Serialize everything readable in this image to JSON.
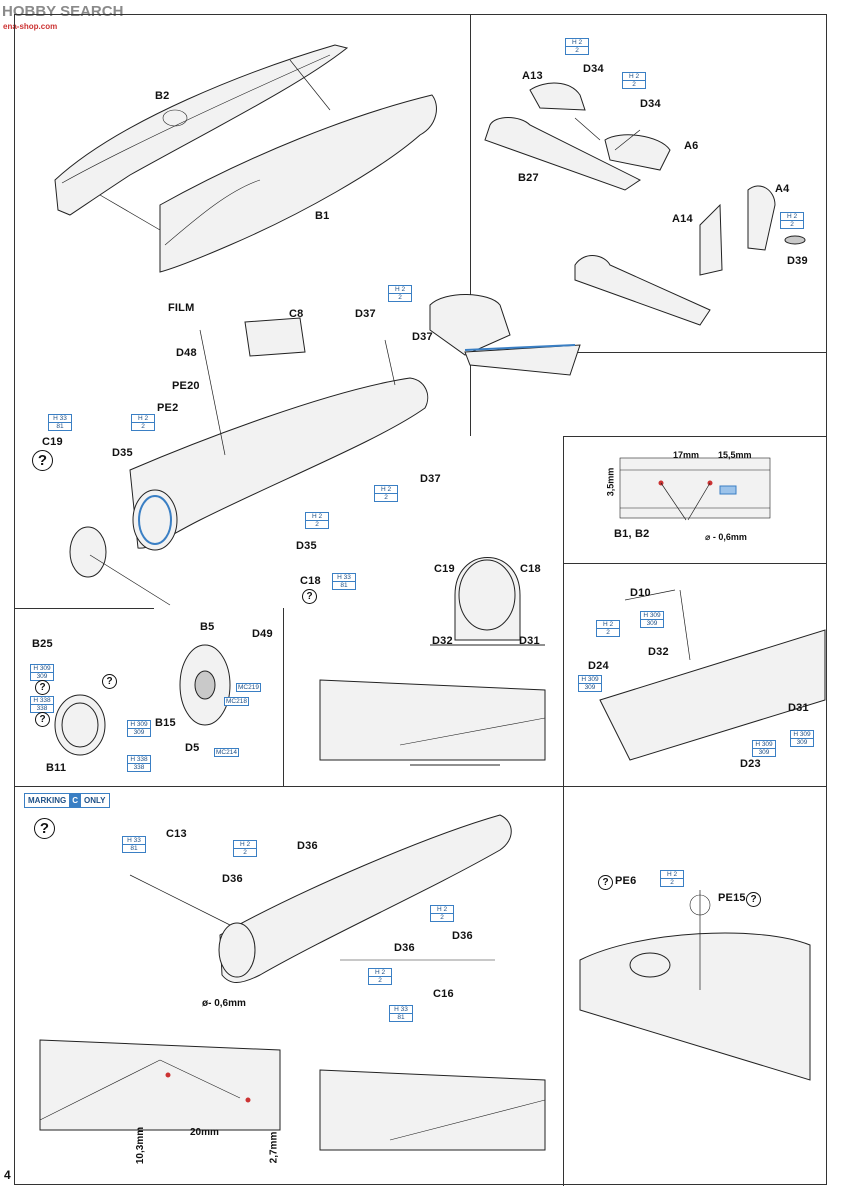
{
  "watermark": {
    "brand": "HOBBY SEARCH",
    "sub": "ena-shop.com"
  },
  "page_number": "4",
  "marking_banner": {
    "prefix": "MARKING",
    "letter": "C",
    "suffix": "ONLY"
  },
  "paints": {
    "h2": [
      "H 2",
      "2"
    ],
    "h33": [
      "H 33",
      "81"
    ],
    "h309": [
      "H 309",
      "309"
    ],
    "h338": [
      "H 338",
      "338"
    ]
  },
  "mc_tags": [
    "MC219",
    "MC218",
    "MC214"
  ],
  "measurements": {
    "m17": "17mm",
    "m155": "15,5mm",
    "m35": "3,5mm",
    "drill1": "⌀ - 0,6mm",
    "drill2": "ø- 0,6mm",
    "m20": "20mm",
    "m103": "10,3mm",
    "m27": "2,7mm"
  },
  "labels": {
    "B2": "B2",
    "B1": "B1",
    "A13": "A13",
    "D34a": "D34",
    "D34b": "D34",
    "A6": "A6",
    "B27": "B27",
    "A4": "A4",
    "A14": "A14",
    "D39": "D39",
    "FILM": "FILM",
    "C8": "C8",
    "D48": "D48",
    "PE20": "PE20",
    "PE2": "PE2",
    "D37a": "D37",
    "D37b": "D37",
    "D37c": "D37",
    "C19a": "C19",
    "D35a": "D35",
    "D35b": "D35",
    "C18a": "C18",
    "B1B2": "B1, B2",
    "C19b": "C19",
    "C18b": "C18",
    "D32a": "D32",
    "D31a": "D31",
    "D10": "D10",
    "D24": "D24",
    "D32b": "D32",
    "D31b": "D31",
    "D23": "D23",
    "B25": "B25",
    "B5": "B5",
    "D49": "D49",
    "B15": "B15",
    "B11": "B11",
    "D5": "D5",
    "C13": "C13",
    "D36a": "D36",
    "D36b": "D36",
    "D36c": "D36",
    "D36d": "D36",
    "C16": "C16",
    "PE6": "PE6",
    "PE15": "PE15"
  }
}
